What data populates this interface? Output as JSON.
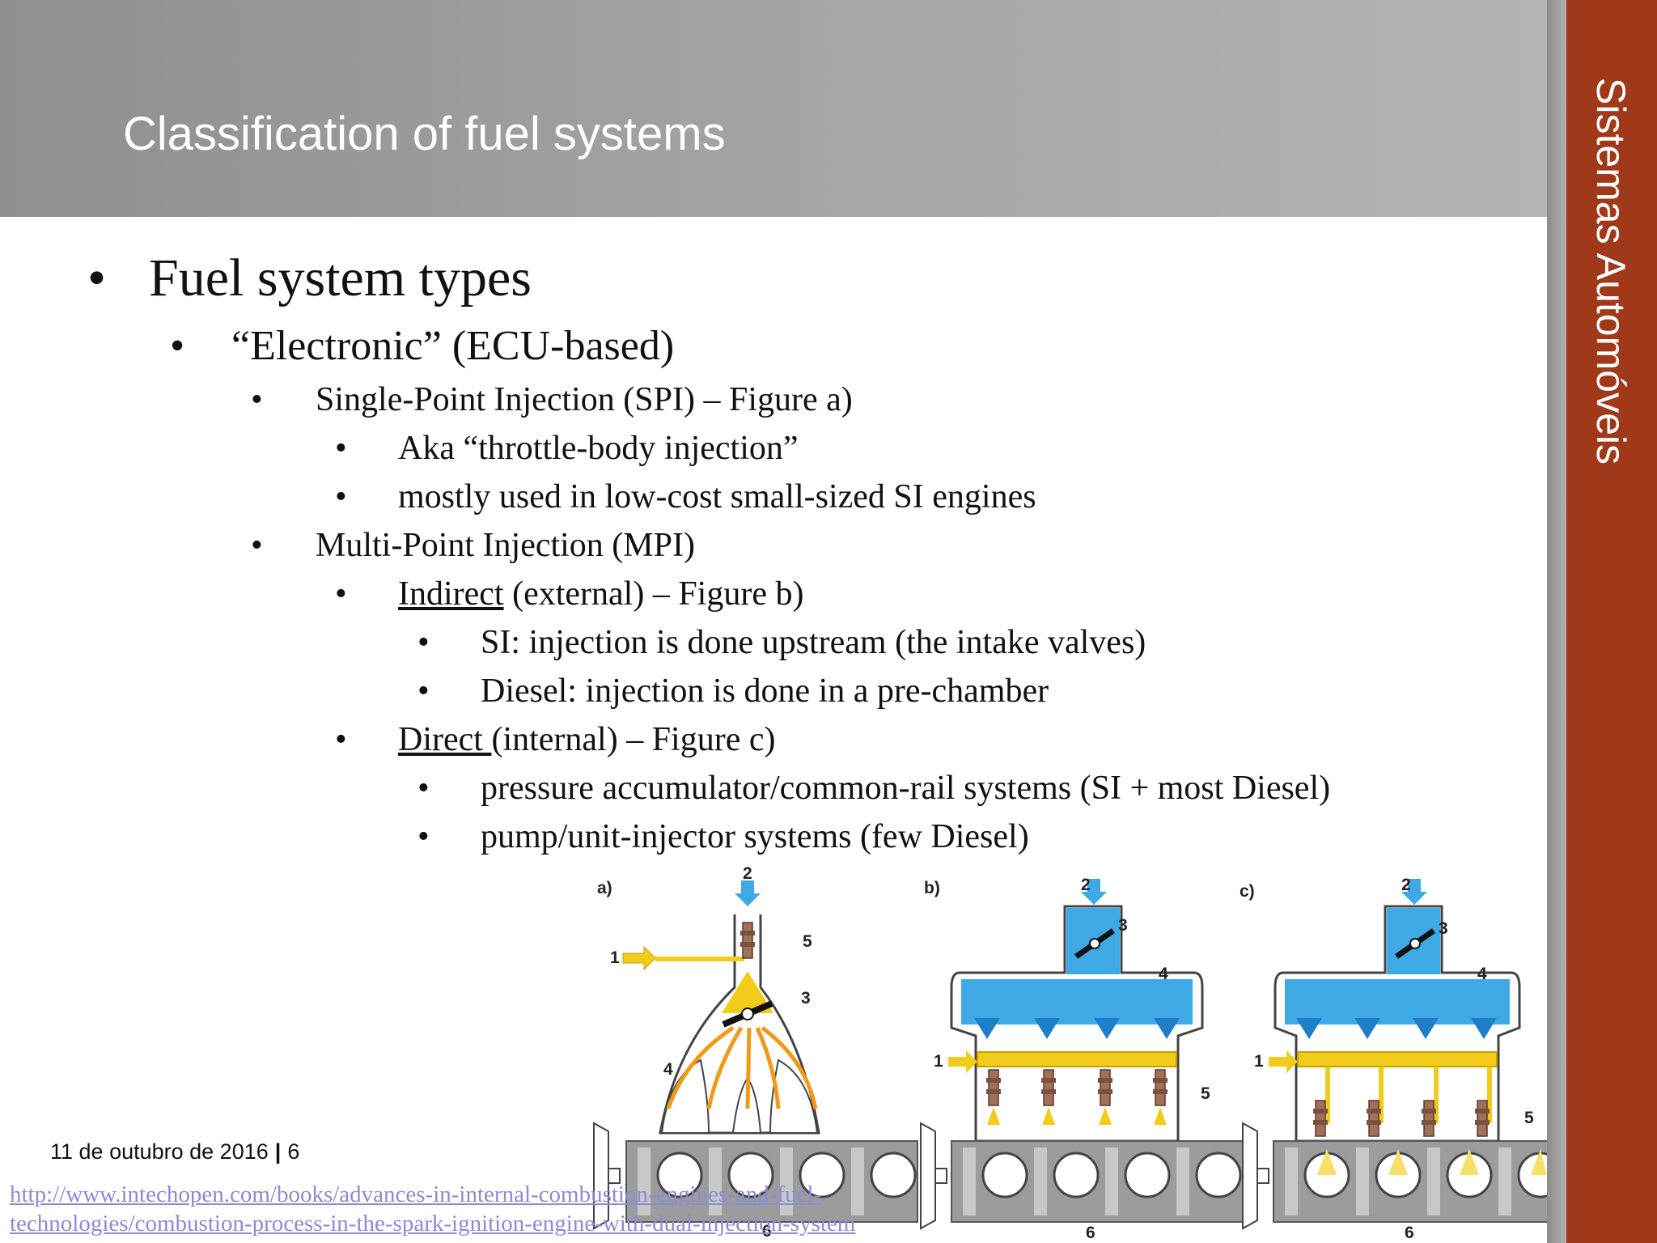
{
  "header": {
    "title": "Classification of fuel systems"
  },
  "sidebar": {
    "title": "Sistemas Automóveis"
  },
  "bullet_char": "•",
  "content": {
    "l1": "Fuel system types",
    "l2": "“Electronic” (ECU-based)",
    "spi": "Single-Point Injection (SPI) – Figure a)",
    "spi_aka": "Aka “throttle-body injection”",
    "spi_usage": "mostly used in low-cost small-sized SI engines",
    "mpi": "Multi-Point Injection (MPI)",
    "indirect_u": "Indirect",
    "indirect_rest": " (external) – Figure b)",
    "indirect_si": "SI: injection is done upstream (the intake valves)",
    "indirect_diesel": "Diesel: injection is done in a pre-chamber",
    "direct_u": "Direct ",
    "direct_rest": "(internal) – Figure c)",
    "direct_common_rail": "pressure accumulator/common-rail systems (SI + most Diesel)",
    "direct_pump": "pump/unit-injector systems (few Diesel)"
  },
  "footer": {
    "date": "11 de outubro de 2016",
    "separator": "|",
    "page": "6"
  },
  "source_link": {
    "line1": "http://www.intechopen.com/books/advances-in-internal-combustion-engines-and-fuel-",
    "line2": "technologies/combustion-process-in-the-spark-ignition-engine-with-dual-injection-system"
  },
  "figure": {
    "panel_a_label": "a)",
    "panel_b_label": "b)",
    "panel_c_label": "c)",
    "num_1": "1",
    "num_2": "2",
    "num_3": "3",
    "num_4": "4",
    "num_5": "5",
    "num_6": "6"
  },
  "colors": {
    "accent_band": "#a0391a",
    "fuel_yellow": "#f2cc1a",
    "air_blue": "#3fa9e6",
    "injector_brown": "#a0705a",
    "link": "#8b8bd6"
  }
}
